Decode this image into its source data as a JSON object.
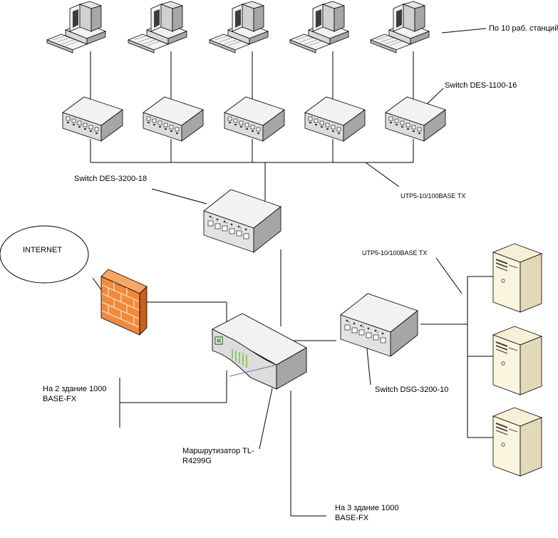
{
  "labels": {
    "workstations": "По 10 раб. станций",
    "switch_access": "Switch DES-1100-16",
    "switch_core": "Switch DES-3200-18",
    "cable_top": "UTP5-10/100BASE TX",
    "cable_right": "UTP5-10/100BASE TX",
    "internet": "INTERNET",
    "building2": "На 2 здание 1000 BASE-FX",
    "building3": "На 3 здание 1000 BASE-FX",
    "router": "Маршрутизатор TL-R4299G",
    "switch_servers": "Switch DSG-3200-10"
  },
  "colors": {
    "device_light": "#f2f2f2",
    "device_mid": "#d9d9d9",
    "device_dark": "#a6a6a6",
    "firewall": "#f08a3c",
    "firewall_dark": "#c85e1c",
    "server_face": "#fbf4de",
    "port_green": "#6fbf3a",
    "accent_purple": "#9b59b6"
  },
  "icons": {
    "workstation": "desktop-computer-icon",
    "switch": "network-switch-icon",
    "firewall": "firewall-brick-wall-icon",
    "router": "router-icon",
    "server": "tower-server-icon",
    "cloud": "internet-cloud-icon"
  }
}
